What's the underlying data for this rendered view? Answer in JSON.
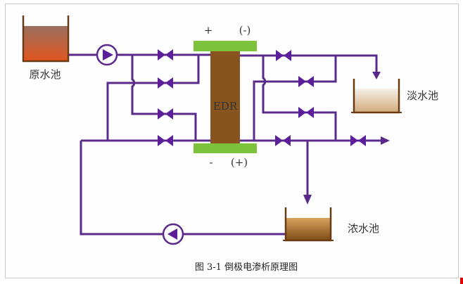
{
  "caption": "图 3-1 倒极电渗析原理图",
  "stack": {
    "label": "EDR",
    "top_polarity_left": "+",
    "top_polarity_right": "(-)",
    "bottom_polarity_left": "-",
    "bottom_polarity_right": "(+)"
  },
  "tanks": {
    "raw": {
      "label": "原水池",
      "fill_top": "#9a7060",
      "fill_bottom": "#e0561f"
    },
    "fresh": {
      "label": "淡水池",
      "fill_top": "#f6f1ea",
      "fill_bottom": "#d2ad7d"
    },
    "concentrate": {
      "label": "浓水池",
      "fill_top": "#d9a35f",
      "fill_bottom": "#7c4a14"
    }
  },
  "colors": {
    "pipe": "#5a2a8a",
    "valve": "#5c1f99",
    "electrode": "#7cc23a",
    "stack_body": "#87531f",
    "tank_wall": "#6b3c14"
  },
  "components": {
    "pumps": [
      "feed-pump",
      "recirculation-pump"
    ],
    "valves_left": 4,
    "valves_right": 5
  }
}
